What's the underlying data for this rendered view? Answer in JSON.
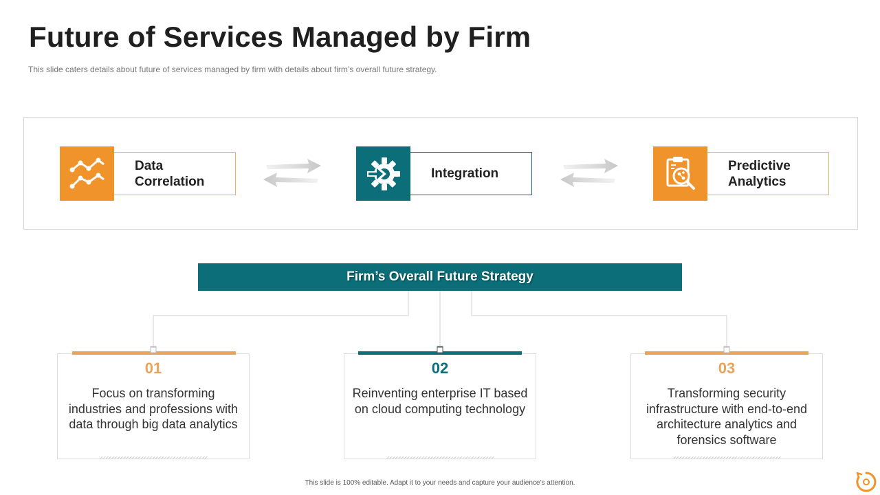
{
  "header": {
    "title": "Future of Services Managed by Firm",
    "subtitle": "This slide caters details about future of services managed by firm with details about firm’s overall future strategy."
  },
  "services": [
    {
      "line1": "Data",
      "line2": "Correlation",
      "icon": "line-chart-icon"
    },
    {
      "line1": "Integration",
      "line2": "",
      "icon": "gear-arrow-icon"
    },
    {
      "line1": "Predictive",
      "line2": "Analytics",
      "icon": "clipboard-search-icon"
    }
  ],
  "strategy": {
    "title": "Firm’s Overall Future Strategy",
    "items": [
      {
        "number": "01",
        "text": "Focus on transforming industries and professions with data through big data analytics"
      },
      {
        "number": "02",
        "text": "Reinventing enterprise IT based on cloud computing technology"
      },
      {
        "number": "03",
        "text": "Transforming security infrastructure with end-to-end architecture analytics and forensics software"
      }
    ]
  },
  "footer": {
    "text": "This slide is 100% editable. Adapt it to your needs and capture your audience’s attention."
  },
  "colors": {
    "orange": "#f0932b",
    "teal": "#0b6e78",
    "orange_light": "#e8a45c"
  }
}
